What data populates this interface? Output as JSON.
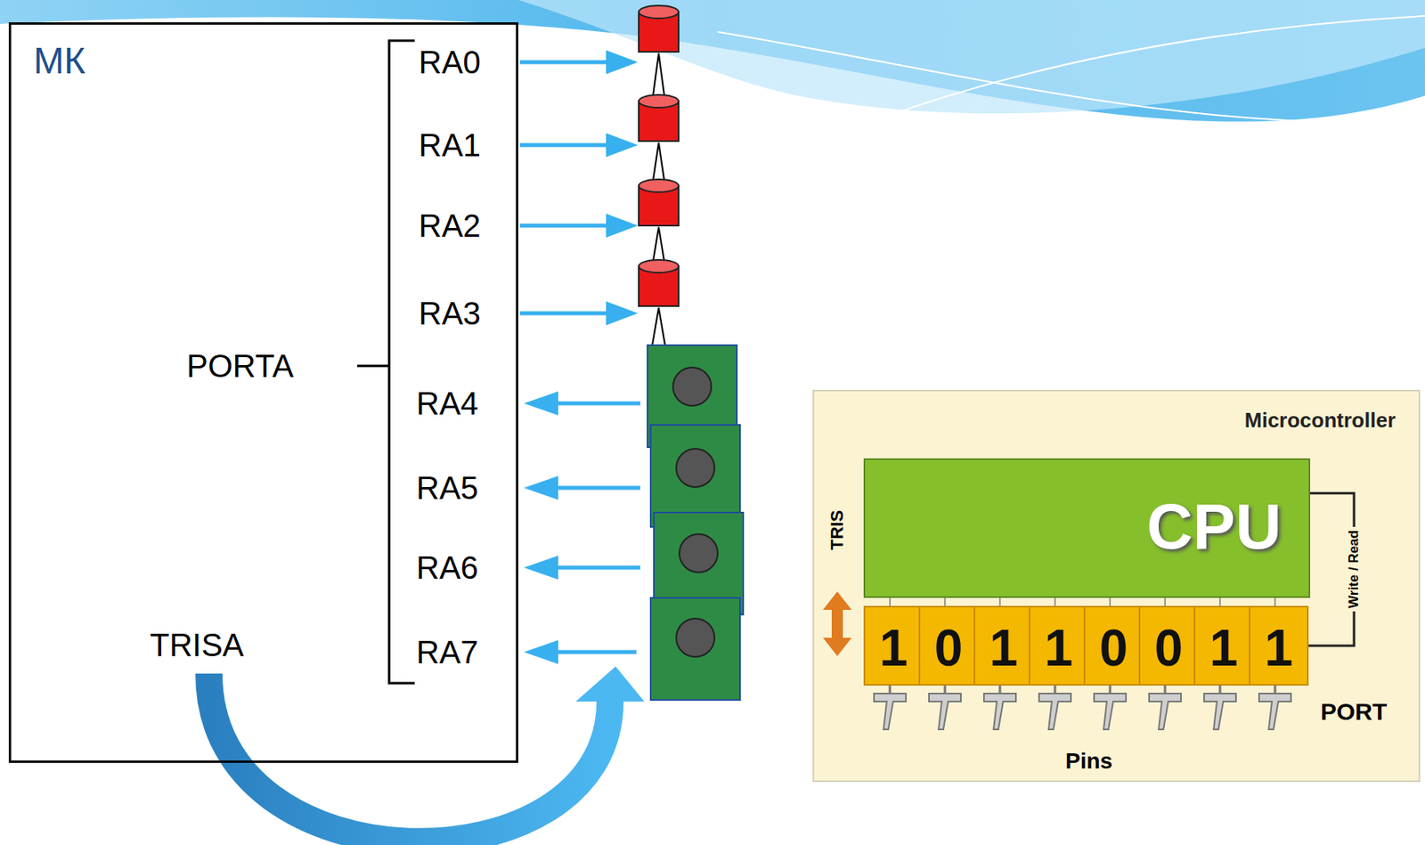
{
  "diagram": {
    "nodes": [
      {
        "text": [
          "МК"
        ]
      },
      {
        "text": [
          "Microcontroller"
        ]
      },
      {
        "text": [
          "CPU"
        ],
        "in": 1
      },
      {
        "text": [
          "1"
        ],
        "in": 1
      },
      {
        "text": [
          "0"
        ],
        "in": 1
      },
      {
        "text": [
          "1"
        ],
        "in": 1
      },
      {
        "text": [
          "1"
        ],
        "in": 1
      },
      {
        "text": [
          "0"
        ],
        "in": 1
      },
      {
        "text": [
          "0"
        ],
        "in": 1
      },
      {
        "text": [
          "1"
        ],
        "in": 1
      },
      {
        "text": [
          "1"
        ],
        "in": 1
      }
    ],
    "edges": [
      {
        "from": 2,
        "to": 10,
        "label": "Write / Read",
        "arrow": "none"
      }
    ],
    "labels": [
      "PORTA",
      "RA0",
      "RA1",
      "RA2",
      "RA3",
      "RA4",
      "RA5",
      "RA6",
      "RA7",
      "TRISA",
      "TRIS",
      "PORT",
      "Pins"
    ]
  }
}
